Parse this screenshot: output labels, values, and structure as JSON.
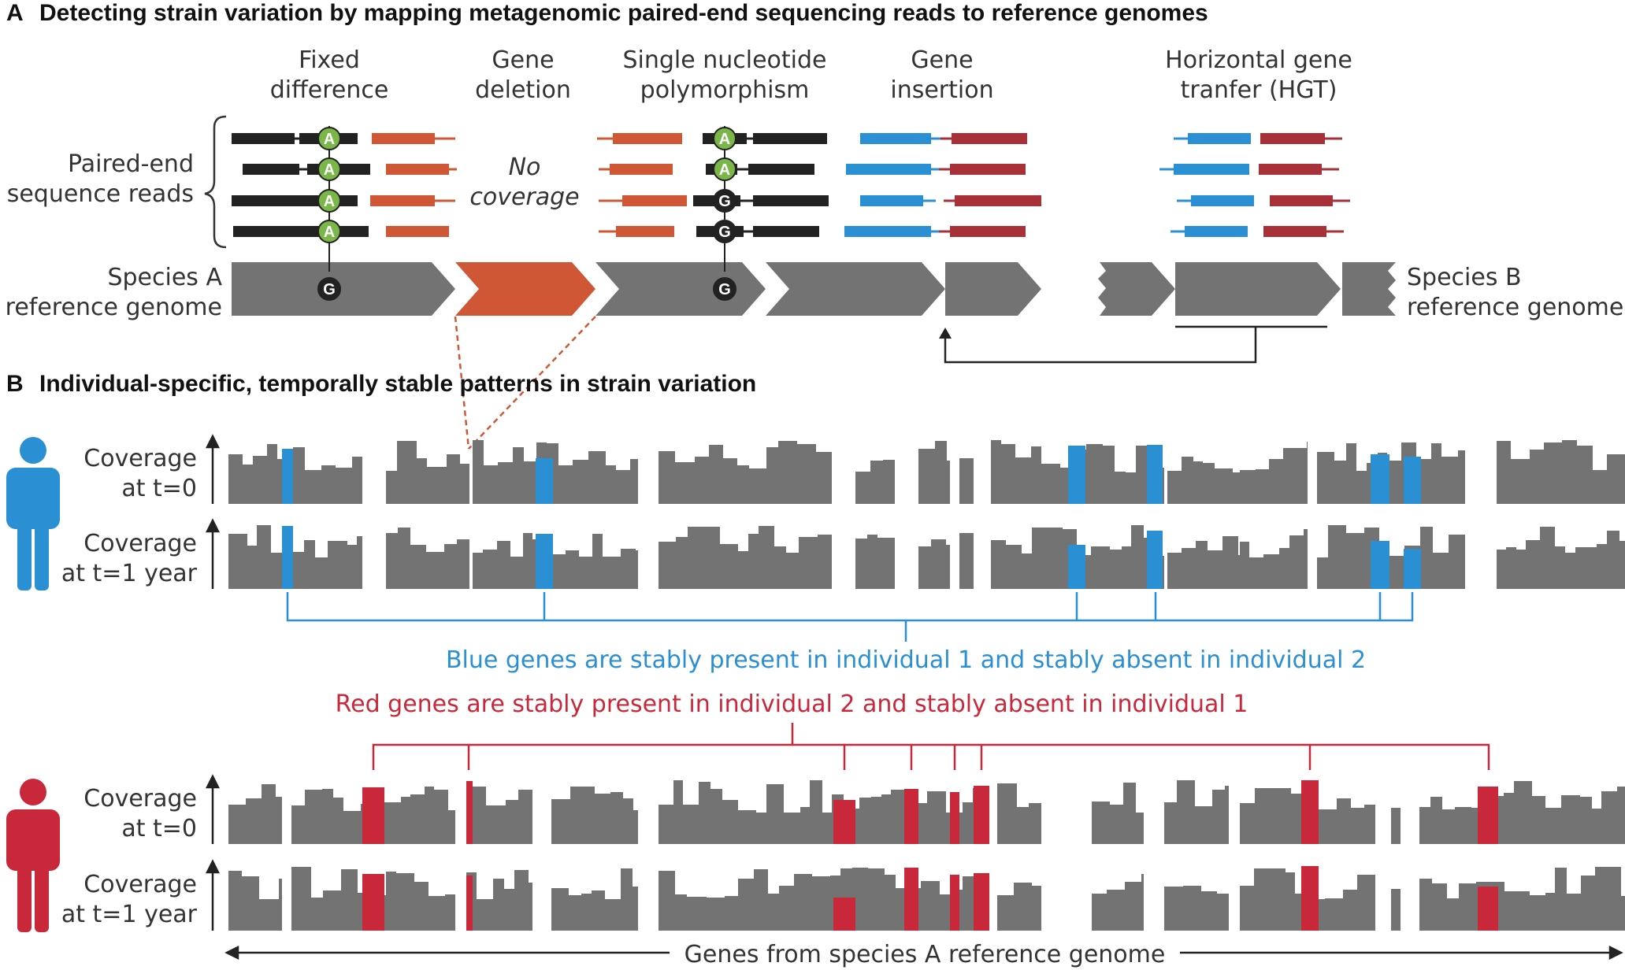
{
  "panelA": {
    "letter": "A",
    "title": "Detecting strain variation by mapping metagenomic paired-end sequencing reads to reference genomes",
    "event_labels": {
      "fixed": [
        "Fixed",
        "difference"
      ],
      "deletion": [
        "Gene",
        "deletion"
      ],
      "snp": [
        "Single nucleotide",
        "polymorphism"
      ],
      "insertion": [
        "Gene",
        "insertion"
      ],
      "hgt": [
        "Horizontal gene",
        "tranfer (HGT)"
      ]
    },
    "reads_label": [
      "Paired-end",
      "sequence reads"
    ],
    "no_coverage": [
      "No",
      "coverage"
    ],
    "species_a": [
      "Species A",
      "reference genome"
    ],
    "species_b": [
      "Species B",
      "reference genome"
    ],
    "fixed_bases": [
      "A",
      "A",
      "A",
      "A"
    ],
    "fixed_ref_base": "G",
    "snp_bases": [
      "A",
      "A",
      "G",
      "G"
    ],
    "snp_ref_base": "G"
  },
  "panelB": {
    "letter": "B",
    "title": "Individual-specific, temporally stable patterns in strain variation",
    "coverage_t0": [
      "Coverage",
      "at t=0"
    ],
    "coverage_t1": [
      "Coverage",
      "at t=1 year"
    ],
    "blue_caption": "Blue genes are stably present in individual 1 and stably absent in individual 2",
    "red_caption": "Red genes are stably present in individual 2 and stably absent in individual 1",
    "axis_label": "Genes from species A reference genome"
  },
  "colors": {
    "gray": "#737373",
    "black": "#222222",
    "orange": "#cf5736",
    "dark_red": "#a83038",
    "blue": "#2a8fd3",
    "red": "#c9283a",
    "green": "#7ab648",
    "person1": "#2a8fd3",
    "person2": "#c9283a"
  },
  "icons": [
    "person-blue-icon",
    "person-red-icon",
    "up-arrow-icon",
    "double-arrow-icon"
  ]
}
